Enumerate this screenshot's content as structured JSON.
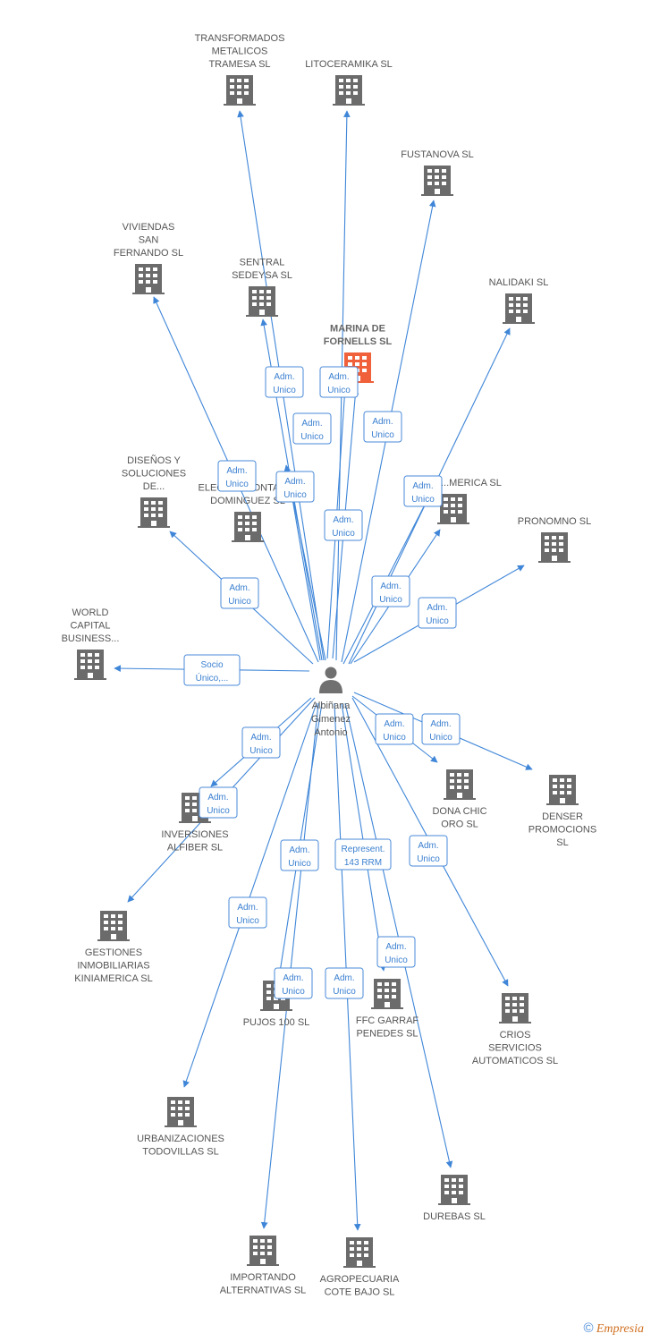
{
  "colors": {
    "edge": "#3f86d8",
    "company_icon": "#6b6b6b",
    "focus_icon": "#f0603a",
    "person_icon": "#707070"
  },
  "person": {
    "label": [
      "Albiñana",
      "Gimenez",
      "Antonio"
    ],
    "icon": "person-icon"
  },
  "nodes": [
    {
      "id": "transformados",
      "label": [
        "TRANSFORMADOS",
        "METALICOS",
        "TRAMESA SL"
      ]
    },
    {
      "id": "litoceramika",
      "label": [
        "LITOCERAMIKA SL"
      ]
    },
    {
      "id": "fustanova",
      "label": [
        "FUSTANOVA SL"
      ]
    },
    {
      "id": "viviendas",
      "label": [
        "VIVIENDAS",
        "SAN",
        "FERNANDO SL"
      ]
    },
    {
      "id": "sentral",
      "label": [
        "SENTRAL",
        "SEDEYSA SL"
      ]
    },
    {
      "id": "nalidaki",
      "label": [
        "NALIDAKI SL"
      ]
    },
    {
      "id": "marina",
      "label": [
        "MARINA DE",
        "FORNELLS SL"
      ],
      "focus": true
    },
    {
      "id": "disenos",
      "label": [
        "DISEÑOS Y",
        "SOLUCIONES",
        "DE..."
      ]
    },
    {
      "id": "electro",
      "label": [
        "ELECTROMONTAJES",
        "DOMINGUEZ SL"
      ]
    },
    {
      "id": "america",
      "label": [
        "...MERICA SL"
      ]
    },
    {
      "id": "pronomno",
      "label": [
        "PRONOMNO SL"
      ]
    },
    {
      "id": "world",
      "label": [
        "WORLD",
        "CAPITAL",
        "BUSINESS..."
      ]
    },
    {
      "id": "inversiones",
      "label": [
        "INVERSIONES",
        "ALFIBER SL"
      ]
    },
    {
      "id": "donachic",
      "label": [
        "DONA CHIC",
        "ORO SL"
      ]
    },
    {
      "id": "denser",
      "label": [
        "DENSER",
        "PROMOCIONS",
        "SL"
      ]
    },
    {
      "id": "gestiones",
      "label": [
        "GESTIONES",
        "INMOBILIARIAS",
        "KINIAMERICA SL"
      ]
    },
    {
      "id": "pujos",
      "label": [
        "PUJOS 100 SL"
      ]
    },
    {
      "id": "ffc",
      "label": [
        "FFC GARRAF",
        "PENEDES SL"
      ]
    },
    {
      "id": "crios",
      "label": [
        "CRIOS",
        "SERVICIOS",
        "AUTOMATICOS SL"
      ]
    },
    {
      "id": "urbanizaciones",
      "label": [
        "URBANIZACIONES",
        "TODOVILLAS SL"
      ]
    },
    {
      "id": "durebas",
      "label": [
        "DUREBAS SL"
      ]
    },
    {
      "id": "importando",
      "label": [
        "IMPORTANDO",
        "ALTERNATIVAS SL"
      ]
    },
    {
      "id": "agropecuaria",
      "label": [
        "AGROPECUARIA",
        "COTE BAJO SL"
      ]
    }
  ],
  "edge_labels": [
    {
      "id": "e-sentral",
      "lines": [
        "Adm.",
        "Unico"
      ]
    },
    {
      "id": "e-marina",
      "lines": [
        "Adm.",
        "Unico"
      ]
    },
    {
      "id": "e-electro-a",
      "lines": [
        "Adm.",
        "Unico"
      ]
    },
    {
      "id": "e-fustanova",
      "lines": [
        "Adm.",
        "Unico"
      ]
    },
    {
      "id": "e-electro-b",
      "lines": [
        "Adm.",
        "Unico"
      ]
    },
    {
      "id": "e-electro-c",
      "lines": [
        "Adm.",
        "Unico"
      ]
    },
    {
      "id": "e-america-a",
      "lines": [
        "Adm.",
        "Unico"
      ]
    },
    {
      "id": "e-litoceramika",
      "lines": [
        "Adm.",
        "Unico"
      ]
    },
    {
      "id": "e-disenos",
      "lines": [
        "Adm.",
        "Unico"
      ]
    },
    {
      "id": "e-america-b",
      "lines": [
        "Adm.",
        "Unico"
      ]
    },
    {
      "id": "e-pronomno",
      "lines": [
        "Adm.",
        "Unico"
      ]
    },
    {
      "id": "e-world",
      "lines": [
        "Socio",
        "Único,..."
      ]
    },
    {
      "id": "e-donachic",
      "lines": [
        "Adm.",
        "Unico"
      ]
    },
    {
      "id": "e-denser",
      "lines": [
        "Adm.",
        "Unico"
      ]
    },
    {
      "id": "e-inversiones",
      "lines": [
        "Adm.",
        "Unico"
      ]
    },
    {
      "id": "e-gestiones",
      "lines": [
        "Adm.",
        "Unico"
      ]
    },
    {
      "id": "e-pujos-a",
      "lines": [
        "Adm.",
        "Unico"
      ]
    },
    {
      "id": "e-represent",
      "lines": [
        "Represent.",
        "143 RRM"
      ]
    },
    {
      "id": "e-crios",
      "lines": [
        "Adm.",
        "Unico"
      ]
    },
    {
      "id": "e-urbanizaciones",
      "lines": [
        "Adm.",
        "Unico"
      ]
    },
    {
      "id": "e-durebas",
      "lines": [
        "Adm.",
        "Unico"
      ]
    },
    {
      "id": "e-pujos-b",
      "lines": [
        "Adm.",
        "Unico"
      ]
    },
    {
      "id": "e-agropecuaria",
      "lines": [
        "Adm.",
        "Unico"
      ]
    }
  ],
  "footer": {
    "symbol": "©",
    "brand": "Empresia"
  }
}
